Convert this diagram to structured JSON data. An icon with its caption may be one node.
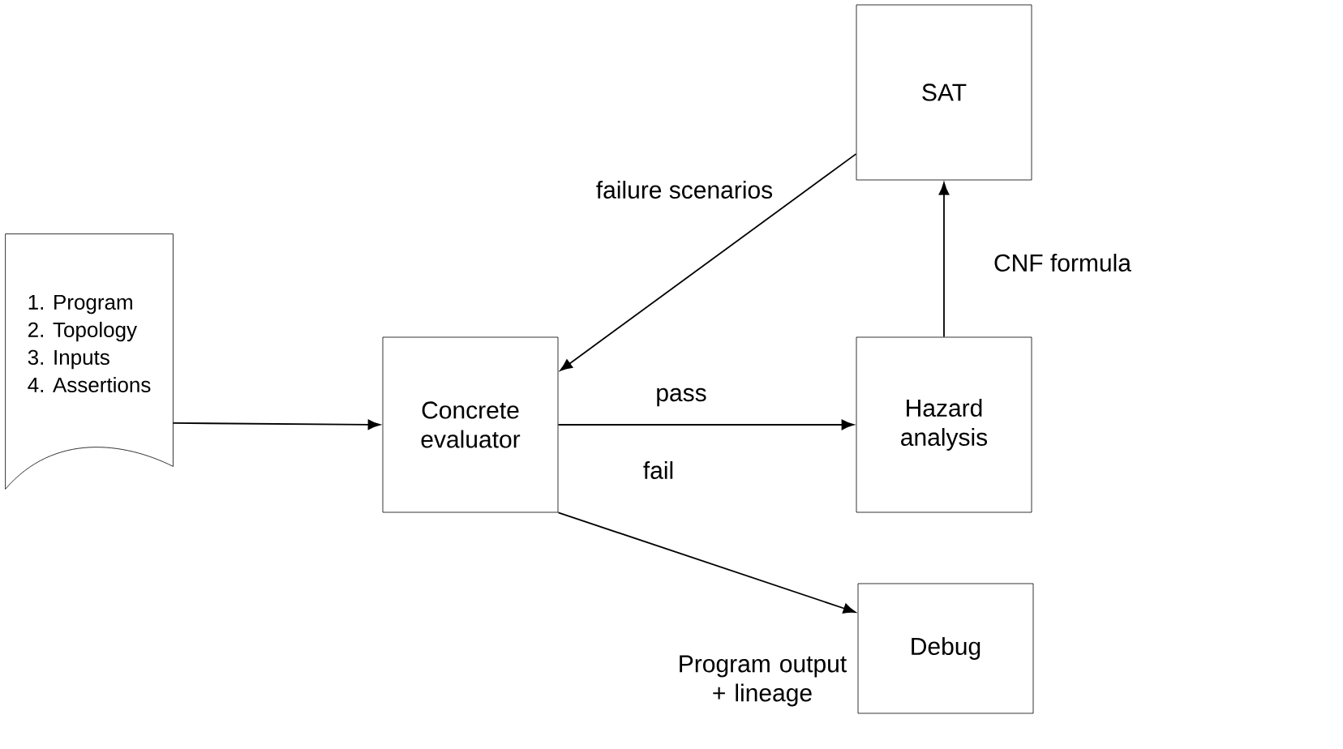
{
  "diagram": {
    "nodes": [
      {
        "text": [
          "1. Program",
          "2. Topology",
          "3. Inputs",
          "4. Assertions"
        ]
      },
      {
        "text": [
          "Concrete evaluator"
        ]
      },
      {
        "text": [
          "Hazard analysis"
        ]
      },
      {
        "text": [
          "SAT"
        ]
      },
      {
        "text": [
          "Debug"
        ],
        "beside": [
          "Program output + lineage"
        ]
      }
    ],
    "edges": [
      {
        "from": 0,
        "to": 1,
        "arrow": "to"
      },
      {
        "from": 1,
        "to": 2,
        "arrow": "to",
        "label": "pass"
      },
      {
        "from": 1,
        "to": 4,
        "arrow": "to",
        "label": "fail"
      },
      {
        "from": 2,
        "to": 3,
        "arrow": "to",
        "label": "CNF formula"
      },
      {
        "from": 3,
        "to": 1,
        "arrow": "to",
        "label": "failure scenarios"
      }
    ]
  }
}
